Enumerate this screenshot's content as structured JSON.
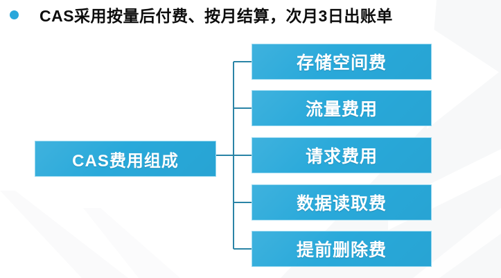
{
  "slide": {
    "title": "CAS采用按量后付费、按月结算，次月3日出账单"
  },
  "diagram": {
    "type": "tree",
    "root": {
      "label": "CAS费用组成"
    },
    "branches": [
      {
        "label": "存储空间费"
      },
      {
        "label": "流量费用"
      },
      {
        "label": "请求费用"
      },
      {
        "label": "数据读取费"
      },
      {
        "label": "提前删除费"
      }
    ]
  },
  "icons": {
    "bullet": "blue-dot-icon",
    "background": "gray-chevron-ribbon"
  },
  "colors": {
    "box_fill": "#29a9da",
    "box_border": "#9ad9f0",
    "box_text": "#ffffff",
    "connector": "#2a84a6",
    "bullet": "#2aa7db",
    "title_text": "#0d0d0d",
    "decor_gray": "#f7f8f9"
  }
}
